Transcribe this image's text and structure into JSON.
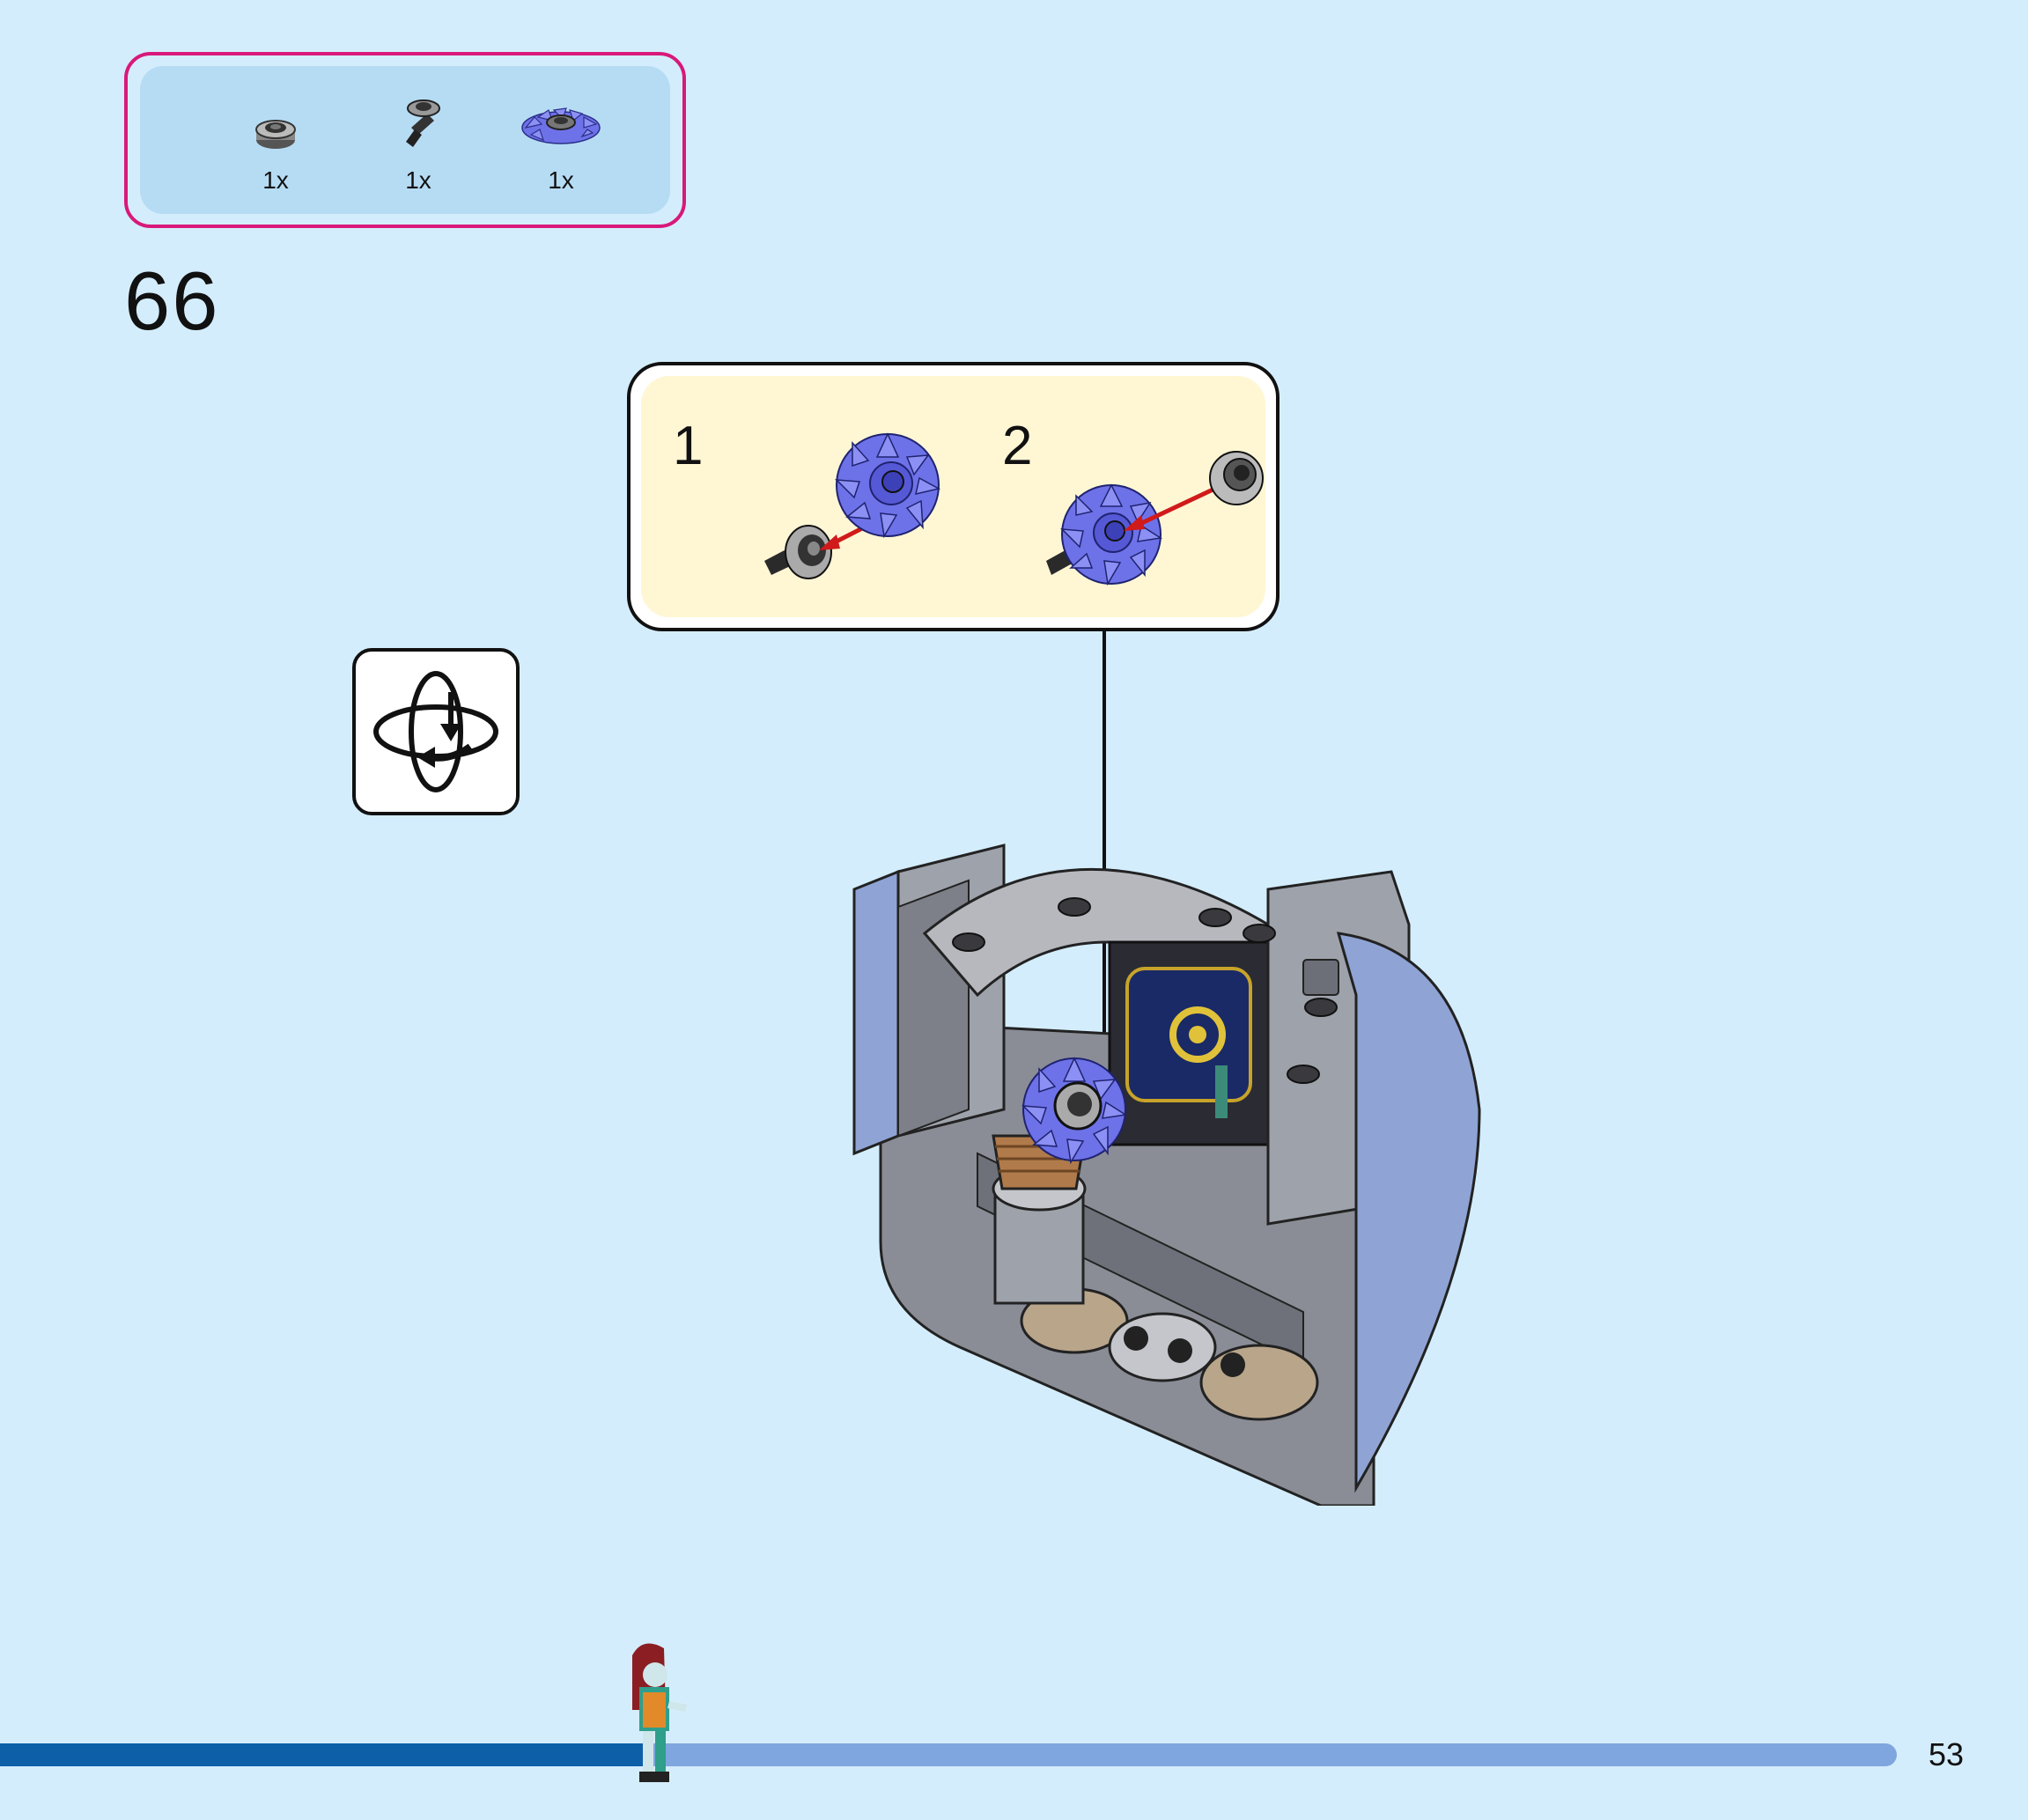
{
  "parts_list": {
    "items": [
      {
        "icon": "round-plate-dark-icon",
        "quantity": "1x"
      },
      {
        "icon": "bar-with-round-plate-icon",
        "quantity": "1x"
      },
      {
        "icon": "blue-flower-plate-icon",
        "quantity": "1x"
      }
    ]
  },
  "step": {
    "number": "66"
  },
  "subassembly": {
    "steps": [
      {
        "number": "1"
      },
      {
        "number": "2"
      }
    ]
  },
  "rotate_indicator": {
    "icon": "rotate-model-icon"
  },
  "colors": {
    "background": "#d4edfc",
    "parts_border": "#d8197a",
    "callout_fill": "#fff6d4",
    "flower_blue": "#6e72e8",
    "arrow_red": "#d11a1a",
    "progress_done": "#0d5fa8",
    "progress_remaining": "#7fa6de"
  },
  "progress": {
    "completed_fraction": 0.32
  },
  "page": {
    "number": "53"
  }
}
